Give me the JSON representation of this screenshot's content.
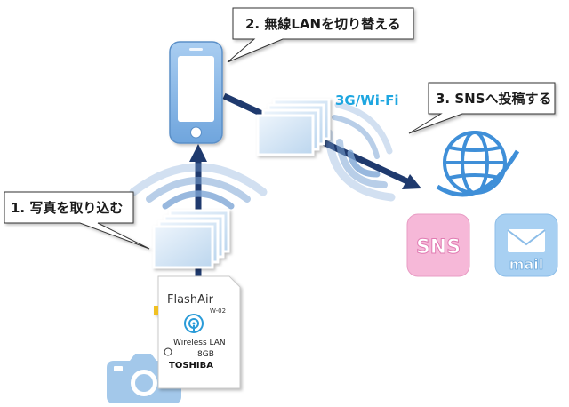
{
  "callouts": {
    "step1": "1. 写真を取り込む",
    "step2": "2. 無線LANを切り替える",
    "step3": "3. SNSへ投稿する"
  },
  "network_label": "3G/Wi-Fi",
  "card": {
    "brand": "FlashAir",
    "model": "W-02",
    "wireless": "Wireless LAN",
    "capacity": "8GB",
    "maker": "TOSHIBA"
  },
  "tiles": {
    "sns": "SNS",
    "mail": "mail"
  },
  "colors": {
    "arrow": "#1f3a6e",
    "phone": "#7fb2e6",
    "wave": "#7ea6d6",
    "globe": "#3f8fd8",
    "network_label": "#1ea6e0",
    "sns_tile": "#f6b8d8",
    "mail_tile": "#a8d0f2"
  },
  "icons": {
    "phone": "smartphone-icon",
    "globe": "globe-icon",
    "camera": "camera-icon",
    "card": "sd-card-icon",
    "photos": "photo-stack-icon",
    "wifi": "wifi-wave-icon",
    "mail": "envelope-icon"
  }
}
